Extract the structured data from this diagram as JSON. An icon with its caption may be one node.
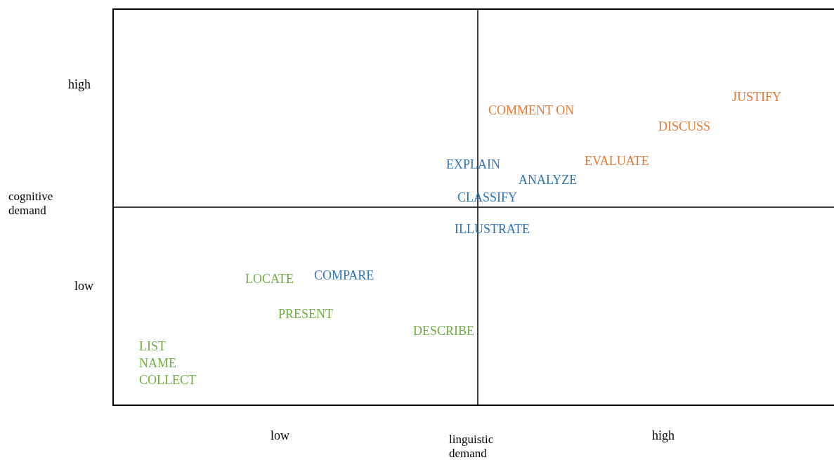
{
  "diagram": {
    "labels": [
      "high",
      "JUSTIFY",
      "COMMENT ON",
      "DISCUSS",
      "EVALUATE",
      "EXPLAIN",
      "ANALYZE",
      "cognitive demand",
      "CLASSIFY",
      "ILLUSTRATE",
      "COMPARE",
      "LOCATE",
      "low",
      "PRESENT",
      "DESCRIBE",
      "LIST",
      "NAME",
      "COLLECT",
      "low",
      "linguistic demand",
      "high"
    ]
  }
}
